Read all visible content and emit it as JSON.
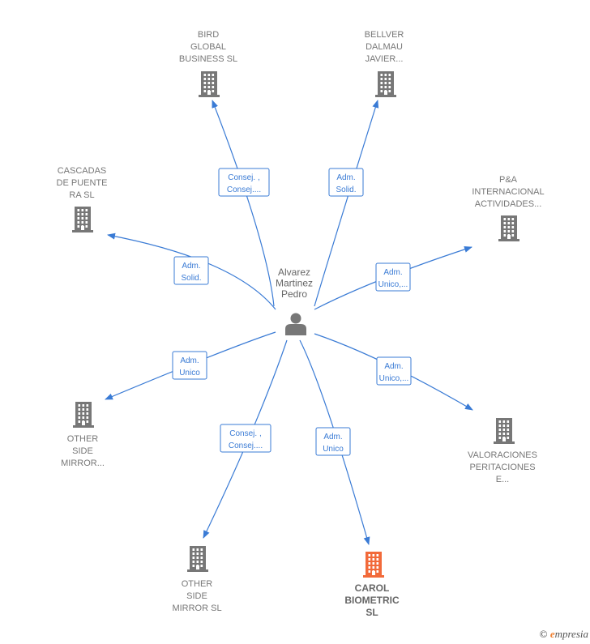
{
  "colors": {
    "edge": "#3a7bd5",
    "building": "#777777",
    "building_highlight": "#f26a3a",
    "person": "#777777",
    "role_border": "#3a7bd5",
    "role_text": "#3a7bd5"
  },
  "person": {
    "icon": "person-icon",
    "label_lines": [
      "Alvarez",
      "Martinez",
      "Pedro"
    ]
  },
  "companies": [
    {
      "id": "bird-global-business",
      "icon": "building-icon",
      "highlight": false,
      "label_lines": [
        "BIRD",
        "GLOBAL",
        "BUSINESS  SL"
      ]
    },
    {
      "id": "bellver-dalmau",
      "icon": "building-icon",
      "highlight": false,
      "label_lines": [
        "BELLVER",
        "DALMAU",
        "JAVIER..."
      ]
    },
    {
      "id": "cascadas-de-puente",
      "icon": "building-icon",
      "highlight": false,
      "label_lines": [
        "CASCADAS",
        "DE PUENTE",
        "RA  SL"
      ]
    },
    {
      "id": "pa-internacional",
      "icon": "building-icon",
      "highlight": false,
      "label_lines": [
        "P&A",
        "INTERNACIONAL",
        "ACTIVIDADES..."
      ]
    },
    {
      "id": "other-side-mirror-1",
      "icon": "building-icon",
      "highlight": false,
      "label_lines": [
        "OTHER",
        "SIDE",
        "MIRROR..."
      ]
    },
    {
      "id": "valoraciones",
      "icon": "building-icon",
      "highlight": false,
      "label_lines": [
        "VALORACIONES",
        "PERITACIONES",
        "E..."
      ]
    },
    {
      "id": "other-side-mirror-sl",
      "icon": "building-icon",
      "highlight": false,
      "label_lines": [
        "OTHER",
        "SIDE",
        "MIRROR SL"
      ]
    },
    {
      "id": "carol-biometric",
      "icon": "building-icon",
      "highlight": true,
      "label_lines": [
        "CAROL",
        "BIOMETRIC",
        "SL"
      ]
    }
  ],
  "roles": [
    {
      "target": "bird-global-business",
      "lines": [
        "Consej. ,",
        "Consej...."
      ]
    },
    {
      "target": "bellver-dalmau",
      "lines": [
        "Adm.",
        "Solid."
      ]
    },
    {
      "target": "cascadas-de-puente",
      "lines": [
        "Adm.",
        "Solid."
      ]
    },
    {
      "target": "pa-internacional",
      "lines": [
        "Adm.",
        "Unico,..."
      ]
    },
    {
      "target": "other-side-mirror-1",
      "lines": [
        "Adm.",
        "Unico"
      ]
    },
    {
      "target": "valoraciones",
      "lines": [
        "Adm.",
        "Unico,..."
      ]
    },
    {
      "target": "other-side-mirror-sl",
      "lines": [
        "Consej. ,",
        "Consej...."
      ]
    },
    {
      "target": "carol-biometric",
      "lines": [
        "Adm.",
        "Unico"
      ]
    }
  ],
  "footer": {
    "copyright_symbol": "©",
    "brand_initial": "e",
    "brand_rest": "mpresia"
  }
}
